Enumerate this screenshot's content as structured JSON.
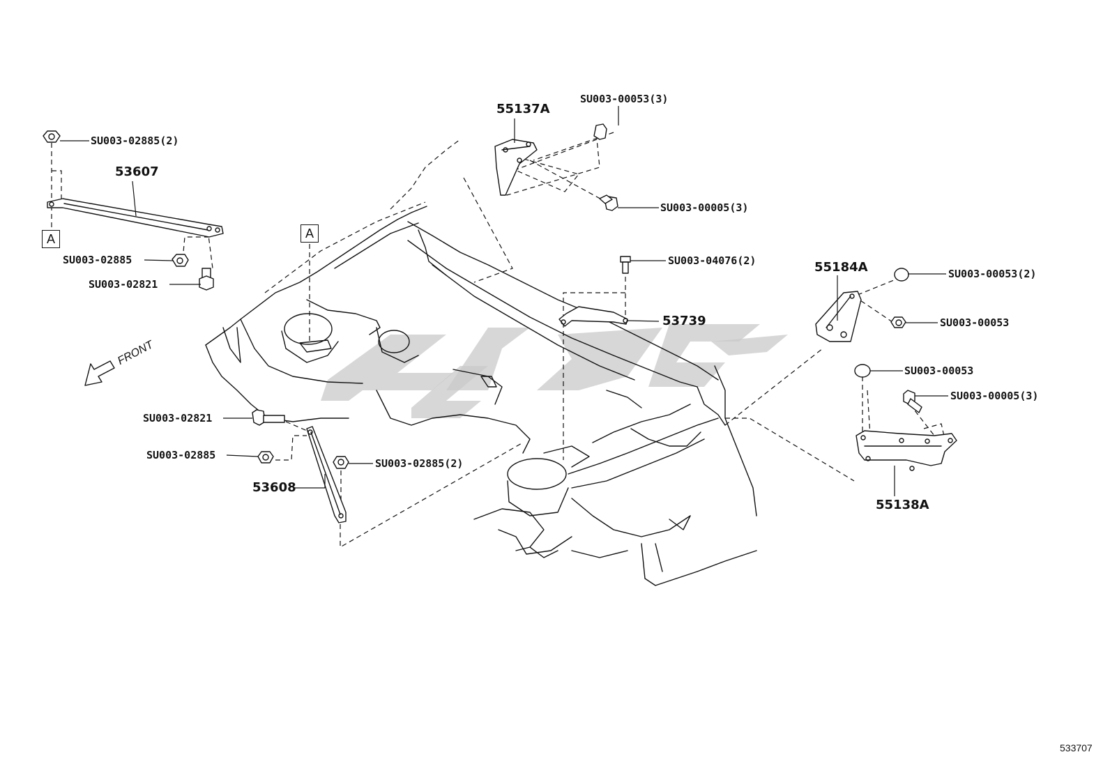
{
  "diagram": {
    "diagram_number": "533707",
    "front_label": "FRONT",
    "ref_marker": "A",
    "parts": {
      "p53607": "53607",
      "p53608": "53608",
      "p55137A": "55137A",
      "p55138A": "55138A",
      "p55184A": "55184A",
      "p53739": "53739"
    },
    "callouts": {
      "c_nut_02885_2_top": "SU003-02885(2)",
      "c_nut_02885_left": "SU003-02885",
      "c_bolt_02821_left": "SU003-02821",
      "c_bolt_02821_lower": "SU003-02821",
      "c_nut_02885_lower": "SU003-02885",
      "c_nut_02885_2_lower": "SU003-02885(2)",
      "c_nut_00053_3": "SU003-00053(3)",
      "c_bolt_00005_3_top": "SU003-00005(3)",
      "c_bolt_04076_2": "SU003-04076(2)",
      "c_nut_00053_2": "SU003-00053(2)",
      "c_nut_00053_a": "SU003-00053",
      "c_nut_00053_b": "SU003-00053",
      "c_bolt_00005_3_right": "SU003-00005(3)"
    }
  }
}
